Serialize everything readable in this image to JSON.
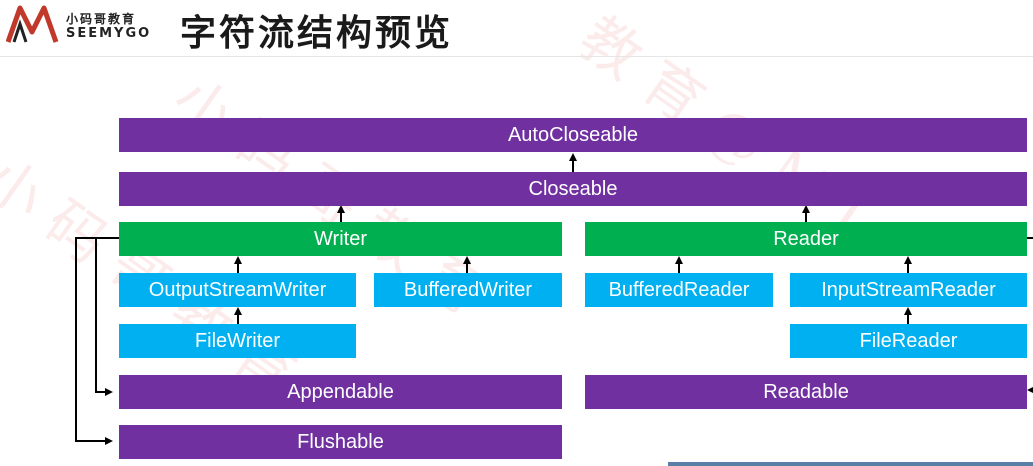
{
  "header": {
    "logo_cn": "小码哥教育",
    "logo_en": "SEEMYGO",
    "title": "字符流结构预览"
  },
  "diagram": {
    "autocloseable": "AutoCloseable",
    "closeable": "Closeable",
    "writer": "Writer",
    "reader": "Reader",
    "output_stream_writer": "OutputStreamWriter",
    "buffered_writer": "BufferedWriter",
    "buffered_reader": "BufferedReader",
    "input_stream_reader": "InputStreamReader",
    "file_writer": "FileWriter",
    "file_reader": "FileReader",
    "appendable": "Appendable",
    "readable": "Readable",
    "flushable": "Flushable"
  },
  "colors": {
    "interface": "#7030a0",
    "abstract": "#00b050",
    "concrete": "#00b0f0"
  }
}
